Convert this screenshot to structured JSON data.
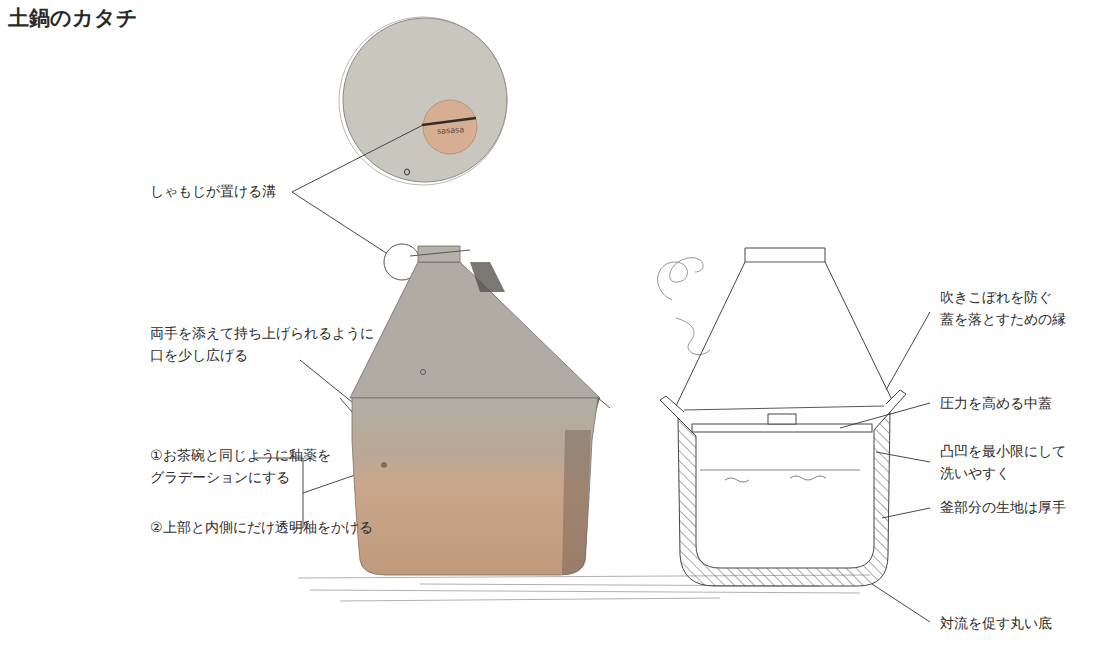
{
  "diagram": {
    "title": "土鍋のカタチ",
    "labels": [
      "しゃもじが置ける溝",
      "両手を添えて持ち上げられるように 口を少し広げる",
      "①お茶碗と同じように釉薬を グラデーションにする",
      "②上部と内側にだけ透明釉をかける",
      "吹きこぼれを防ぐ 蓋を落とすための縁",
      "圧力を高める中蓋",
      "凸凹を最小限にして 洗いやすく",
      "釜部分の生地は厚手",
      "対流を促す丸い底",
      "sasasa"
    ]
  }
}
